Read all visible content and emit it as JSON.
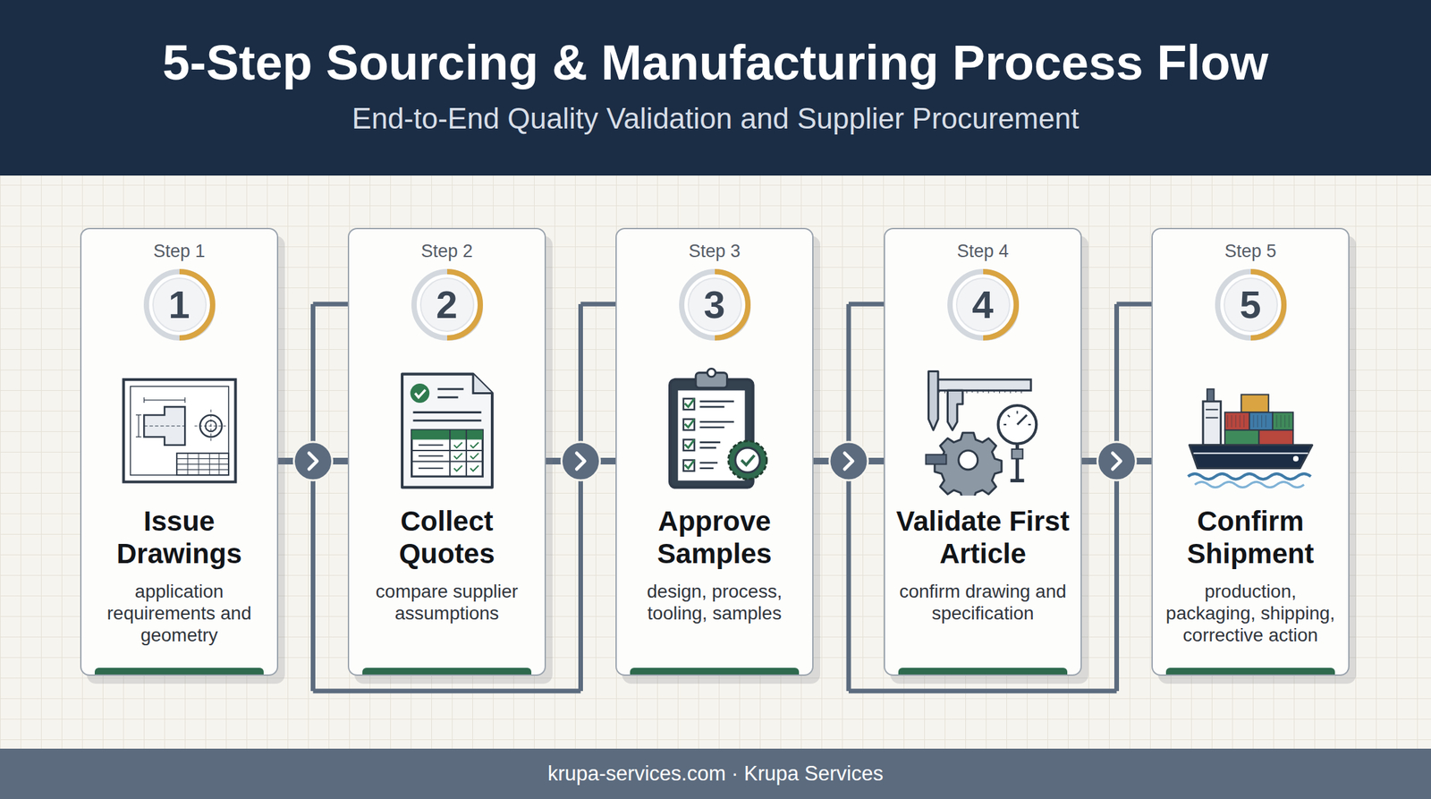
{
  "diagram": {
    "title": "5-Step Sourcing & Manufacturing Process Flow",
    "nodes": [
      {
        "text": [
          "Step 1",
          "Issue Drawings",
          "application requirements and geometry"
        ]
      },
      {
        "text": [
          "1"
        ],
        "in": 0
      },
      {
        "text": [
          "Step 2",
          "Collect Quotes",
          "compare supplier assumptions"
        ]
      },
      {
        "text": [
          "2"
        ],
        "in": 2
      },
      {
        "text": [
          "Step 3",
          "Approve Samples",
          "design, process, tooling, samples"
        ]
      },
      {
        "text": [
          "3"
        ],
        "in": 4
      },
      {
        "text": [
          "Step 4",
          "Validate First Article",
          "confirm drawing and specification"
        ]
      },
      {
        "text": [
          "4"
        ],
        "in": 6
      },
      {
        "text": [
          "Step 5",
          "Confirm Shipment",
          "production, packaging, shipping, corrective action"
        ]
      },
      {
        "text": [
          "5"
        ],
        "in": 8
      }
    ],
    "edges": [
      {
        "from": 0,
        "to": 2,
        "arrow": "to"
      },
      {
        "from": 2,
        "to": 4,
        "arrow": "to"
      },
      {
        "from": 4,
        "to": 6,
        "arrow": "to"
      },
      {
        "from": 6,
        "to": 8,
        "arrow": "to"
      }
    ],
    "labels": [
      "End-to-End Quality Validation and Supplier Procurement",
      "krupa-services.com · Krupa Services"
    ]
  }
}
